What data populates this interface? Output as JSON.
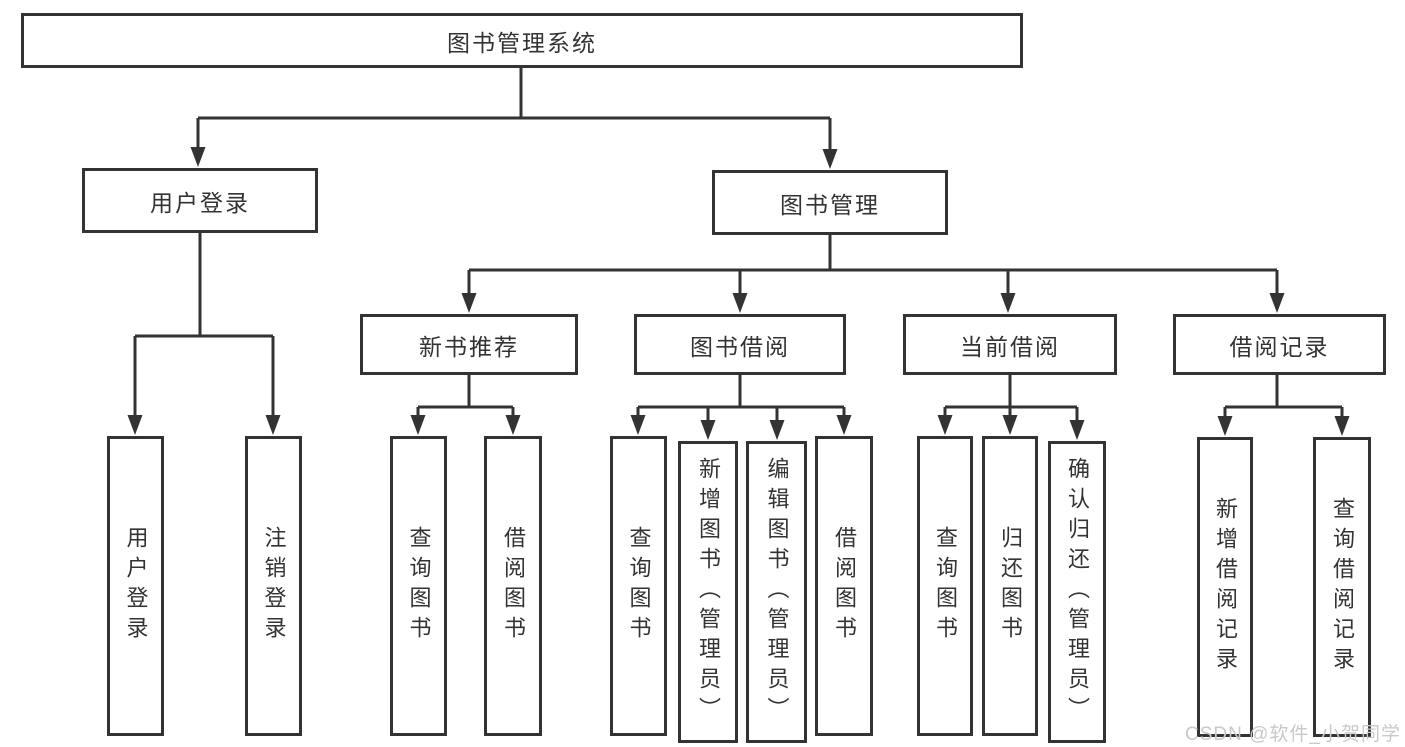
{
  "tree": {
    "root": {
      "label": "图书管理系统"
    },
    "branches": [
      {
        "label": "用户登录",
        "children": [
          {
            "label": "用户登录"
          },
          {
            "label": "注销登录"
          }
        ]
      },
      {
        "label": "图书管理",
        "children": [
          {
            "label": "新书推荐",
            "children": [
              {
                "label": "查询图书"
              },
              {
                "label": "借阅图书"
              }
            ]
          },
          {
            "label": "图书借阅",
            "children": [
              {
                "label": "查询图书"
              },
              {
                "label": "新增图书（管理员）"
              },
              {
                "label": "编辑图书（管理员）"
              },
              {
                "label": "借阅图书"
              }
            ]
          },
          {
            "label": "当前借阅",
            "children": [
              {
                "label": "查询图书"
              },
              {
                "label": "归还图书"
              },
              {
                "label": "确认归还（管理员）"
              }
            ]
          },
          {
            "label": "借阅记录",
            "children": [
              {
                "label": "新增借阅记录"
              },
              {
                "label": "查询借阅记录"
              }
            ]
          }
        ]
      }
    ]
  },
  "watermark": {
    "text": "CSDN @软件_小贺同学"
  },
  "colors": {
    "line": "#333333",
    "text": "#333333",
    "background": "#ffffff",
    "watermark": "#c9c9c9"
  }
}
